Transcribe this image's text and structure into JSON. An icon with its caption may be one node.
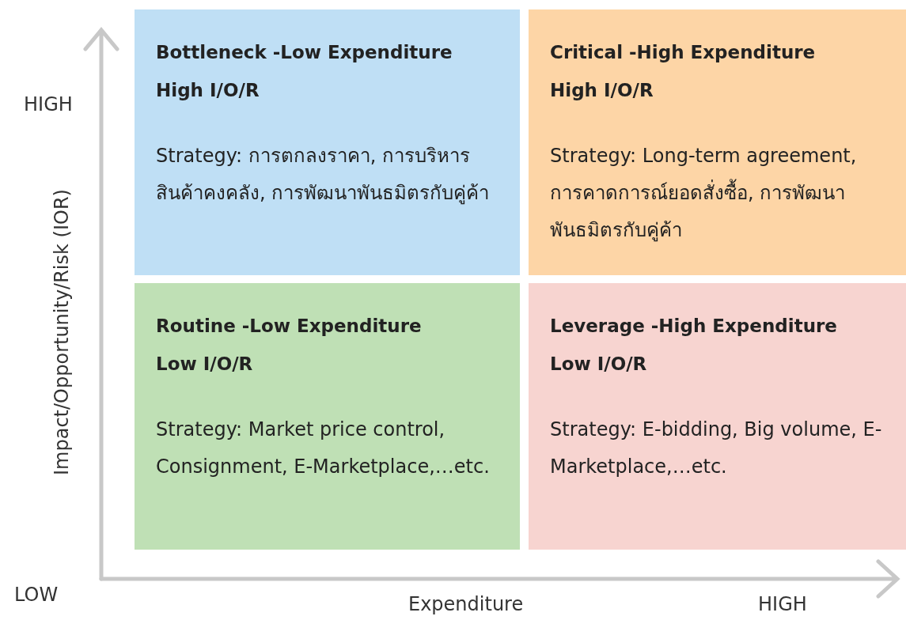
{
  "diagram": {
    "nodes": [
      {
        "text": [
          "Bottleneck -Low Expenditure",
          "High I/O/R",
          "Strategy: การตกลงราคา, การบริหาร สินค้าคงคลัง, การพัฒนาพันธมิตรกับคู่ค้า"
        ]
      },
      {
        "text": [
          "Critical -High Expenditure",
          "High I/O/R",
          "Strategy: Long-term agreement, การคาดการณ์ยอดสั่งซื้อ, การพัฒนาพันธมิตรกับคู่ค้า"
        ]
      },
      {
        "text": [
          "Routine -Low Expenditure",
          "Low I/O/R",
          "Strategy: Market price control, Consignment, E-Marketplace,…etc."
        ]
      },
      {
        "text": [
          "Leverage -High Expenditure",
          "Low I/O/R",
          "Strategy: E-bidding, Big volume, E-Marketplace,…etc."
        ]
      }
    ],
    "labels": [
      "HIGH",
      "Impact/Opportunity/Risk (IOR)",
      "LOW",
      "Expenditure",
      "HIGH"
    ]
  }
}
